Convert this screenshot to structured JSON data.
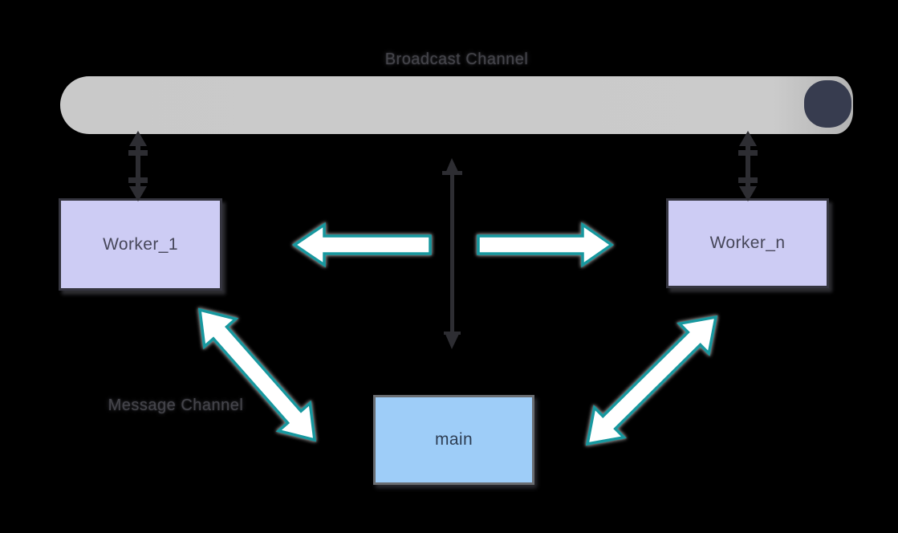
{
  "diagram": {
    "broadcast_channel": {
      "label": "Broadcast Channel"
    },
    "message_channel": {
      "label": "Message Channel"
    },
    "nodes": {
      "worker_1": {
        "label": "Worker_1"
      },
      "worker_n": {
        "label": "Worker_n"
      },
      "main": {
        "label": "main"
      }
    },
    "edges": [
      {
        "from": "broadcast_channel",
        "to": "worker_1",
        "style": "dark-double-arrow"
      },
      {
        "from": "broadcast_channel",
        "to": "worker_n",
        "style": "dark-double-arrow"
      },
      {
        "from": "broadcast_channel",
        "to": "center",
        "style": "dark-double-arrow"
      },
      {
        "from": "center",
        "to": "worker_1",
        "style": "teal-arrow-left"
      },
      {
        "from": "center",
        "to": "worker_n",
        "style": "teal-arrow-right"
      },
      {
        "from": "main",
        "to": "worker_1",
        "style": "teal-double-arrow-diagonal"
      },
      {
        "from": "main",
        "to": "worker_n",
        "style": "teal-double-arrow-diagonal"
      }
    ],
    "colors": {
      "background": "#000000",
      "channel_pipe": "#c9c9c9",
      "channel_end_cap": "#373c4f",
      "worker_fill": "#cdccf4",
      "worker_border": "#35353f",
      "worker_text": "#47475a",
      "main_fill": "#9ecdf8",
      "main_border": "#6a6d71",
      "main_text": "#2e3e54",
      "teal_arrow_stroke": "#17989f",
      "teal_arrow_fill": "#ffffff",
      "dark_connector": "#2d2d32",
      "ghost_label_text": "#45454b"
    }
  }
}
